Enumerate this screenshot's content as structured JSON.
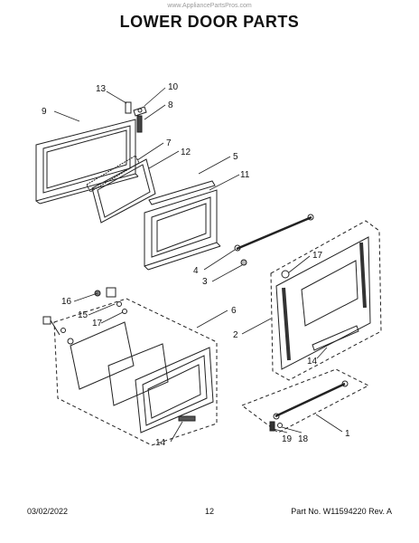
{
  "watermark": "www.AppliancePartsPros.com",
  "title": "LOWER DOOR PARTS",
  "callouts": [
    "13",
    "10",
    "9",
    "8",
    "7",
    "12",
    "5",
    "11",
    "6",
    "16",
    "15",
    "17",
    "14",
    "4",
    "3",
    "17",
    "2",
    "14",
    "1",
    "19",
    "18"
  ],
  "footer": {
    "date": "03/02/2022",
    "page": "12",
    "part": "Part No. W11594220  Rev. A"
  }
}
